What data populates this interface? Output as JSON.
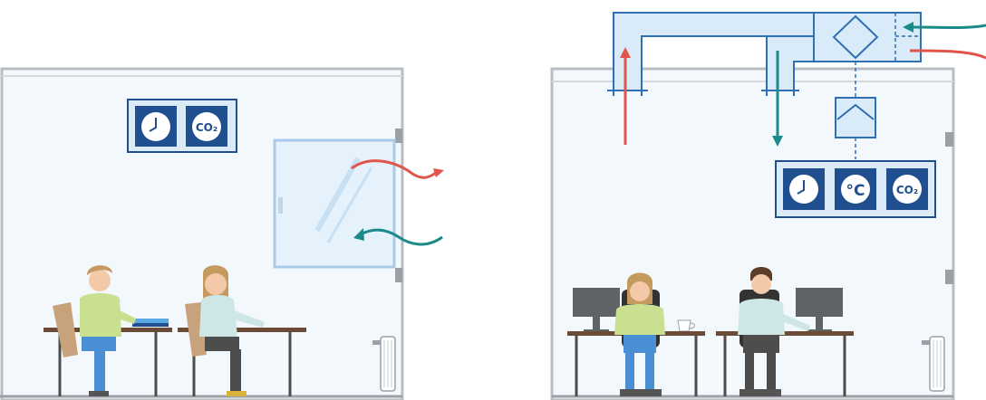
{
  "left_room": {
    "sensor_panel": {
      "labels": [
        "CO2"
      ],
      "icons": [
        "clock-icon",
        "co2-icon"
      ]
    },
    "window": {
      "state": "tilted-open"
    },
    "airflow": {
      "outflow_color": "#e0544a",
      "inflow_color": "#1a8a8a"
    }
  },
  "right_room": {
    "control_panel": {
      "labels": [
        "°C",
        "CO2"
      ],
      "icons": [
        "clock-icon",
        "temperature-icon",
        "co2-icon"
      ]
    },
    "ventilation_unit": {
      "icons": [
        "heat-exchanger-icon",
        "filter-icon"
      ]
    },
    "airflow": {
      "supply_color": "#1a8a8a",
      "exhaust_color": "#e0544a"
    }
  },
  "colors": {
    "room_fill": "#f3f8fc",
    "wall": "#b9bdc2",
    "duct_fill": "#d9ebf9",
    "duct_line": "#2f6fb4",
    "panel_blue": "#1f4f8f",
    "panel_bg": "#dbeaf7"
  }
}
